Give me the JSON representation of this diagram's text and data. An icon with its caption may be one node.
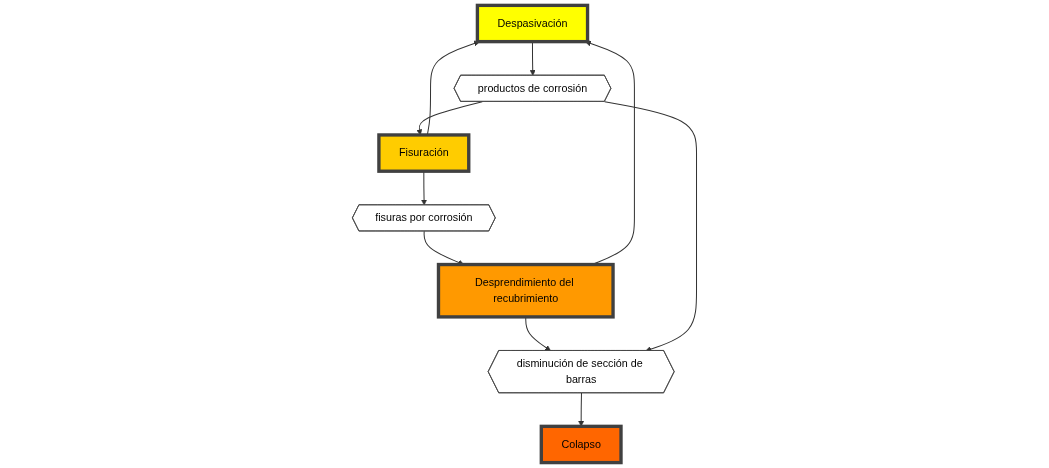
{
  "diagram": {
    "nodes": [
      {
        "text": [
          "Despasivación"
        ]
      },
      {
        "text": [
          "productos de corrosión"
        ]
      },
      {
        "text": [
          "Fisuración"
        ]
      },
      {
        "text": [
          "fisuras por corrosión"
        ]
      },
      {
        "text": [
          "Desprendimiento del recubrimiento"
        ]
      },
      {
        "text": [
          "disminución de sección de barras"
        ]
      },
      {
        "text": [
          "Colapso"
        ]
      }
    ],
    "edges": [
      {
        "from": 0,
        "to": 1,
        "arrow": "to"
      },
      {
        "from": 1,
        "to": 2,
        "arrow": "to"
      },
      {
        "from": 2,
        "to": 0,
        "arrow": "to"
      },
      {
        "from": 2,
        "to": 3,
        "arrow": "to"
      },
      {
        "from": 3,
        "to": 4,
        "arrow": "to"
      },
      {
        "from": 4,
        "to": 0,
        "arrow": "to"
      },
      {
        "from": 4,
        "to": 5,
        "arrow": "to"
      },
      {
        "from": 1,
        "to": 5,
        "arrow": "to"
      },
      {
        "from": 5,
        "to": 6,
        "arrow": "to"
      }
    ]
  }
}
